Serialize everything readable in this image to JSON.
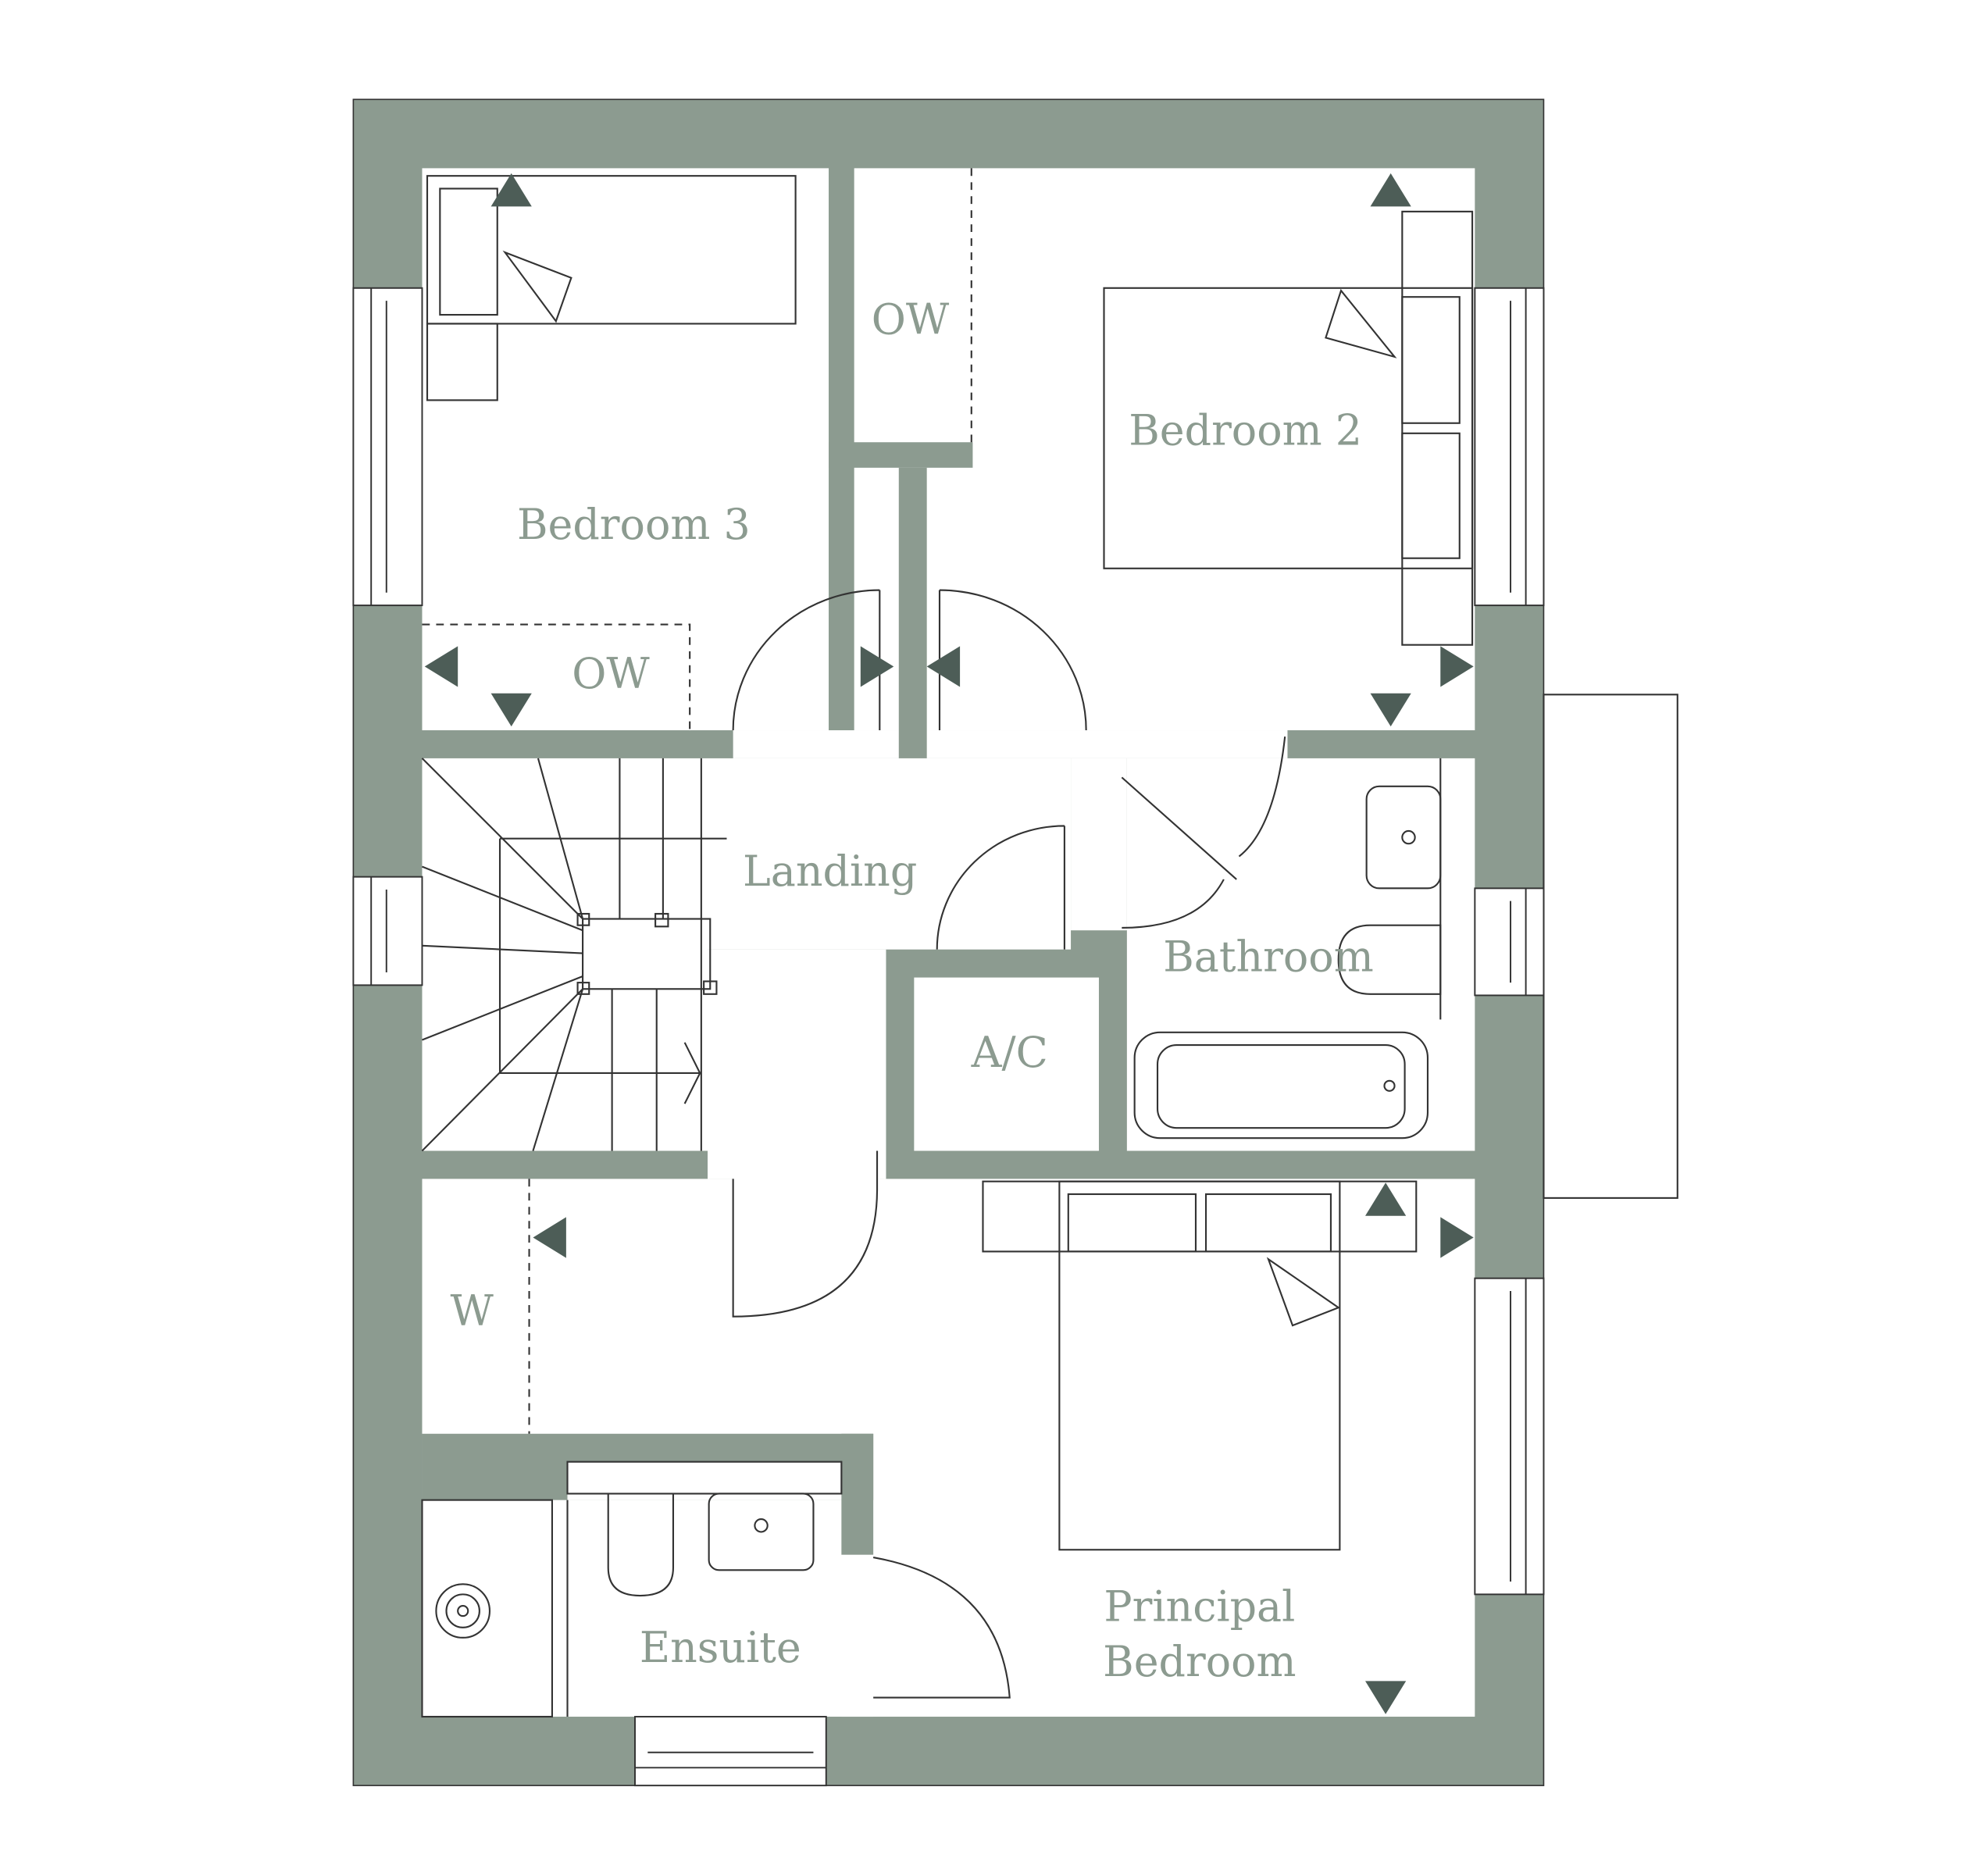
{
  "colors": {
    "wall": "#8c9b90",
    "label": "#8c9b90",
    "arrow": "#4d5d57",
    "line": "#333333"
  },
  "rooms": {
    "bedroom3": "Bedroom 3",
    "bedroom2": "Bedroom 2",
    "ow_top": "OW",
    "ow_bed3": "OW",
    "landing": "Landing",
    "bathroom": "Bathroom",
    "ac": "A/C",
    "wardrobe": "W",
    "ensuite": "Ensuite",
    "principal_line1": "Principal",
    "principal_line2": "Bedroom"
  }
}
